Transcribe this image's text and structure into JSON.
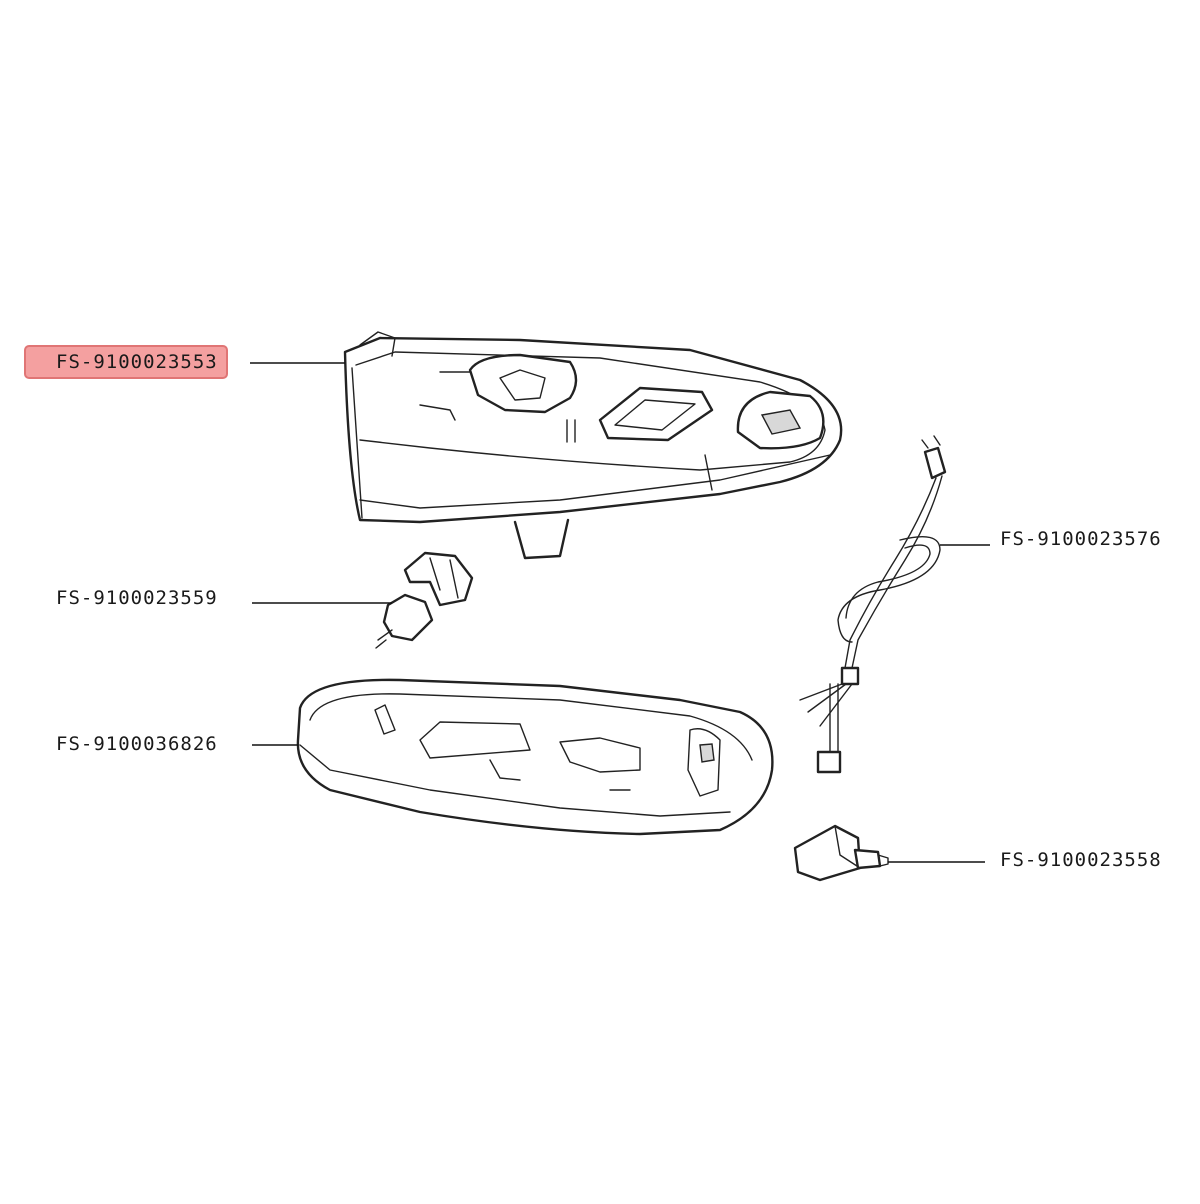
{
  "diagram": {
    "callouts": [
      {
        "id": "base-top-shell",
        "label": "FS-9100023553",
        "highlighted": true
      },
      {
        "id": "power-cord",
        "label": "FS-9100023576",
        "highlighted": false
      },
      {
        "id": "switch-button",
        "label": "FS-9100023559",
        "highlighted": false
      },
      {
        "id": "base-bottom-shell",
        "label": "FS-9100036826",
        "highlighted": false
      },
      {
        "id": "steam-valve",
        "label": "FS-9100023558",
        "highlighted": false
      }
    ],
    "colors": {
      "highlight": "#f4a0a0",
      "highlight_border": "#e07575",
      "line": "#222222"
    }
  }
}
